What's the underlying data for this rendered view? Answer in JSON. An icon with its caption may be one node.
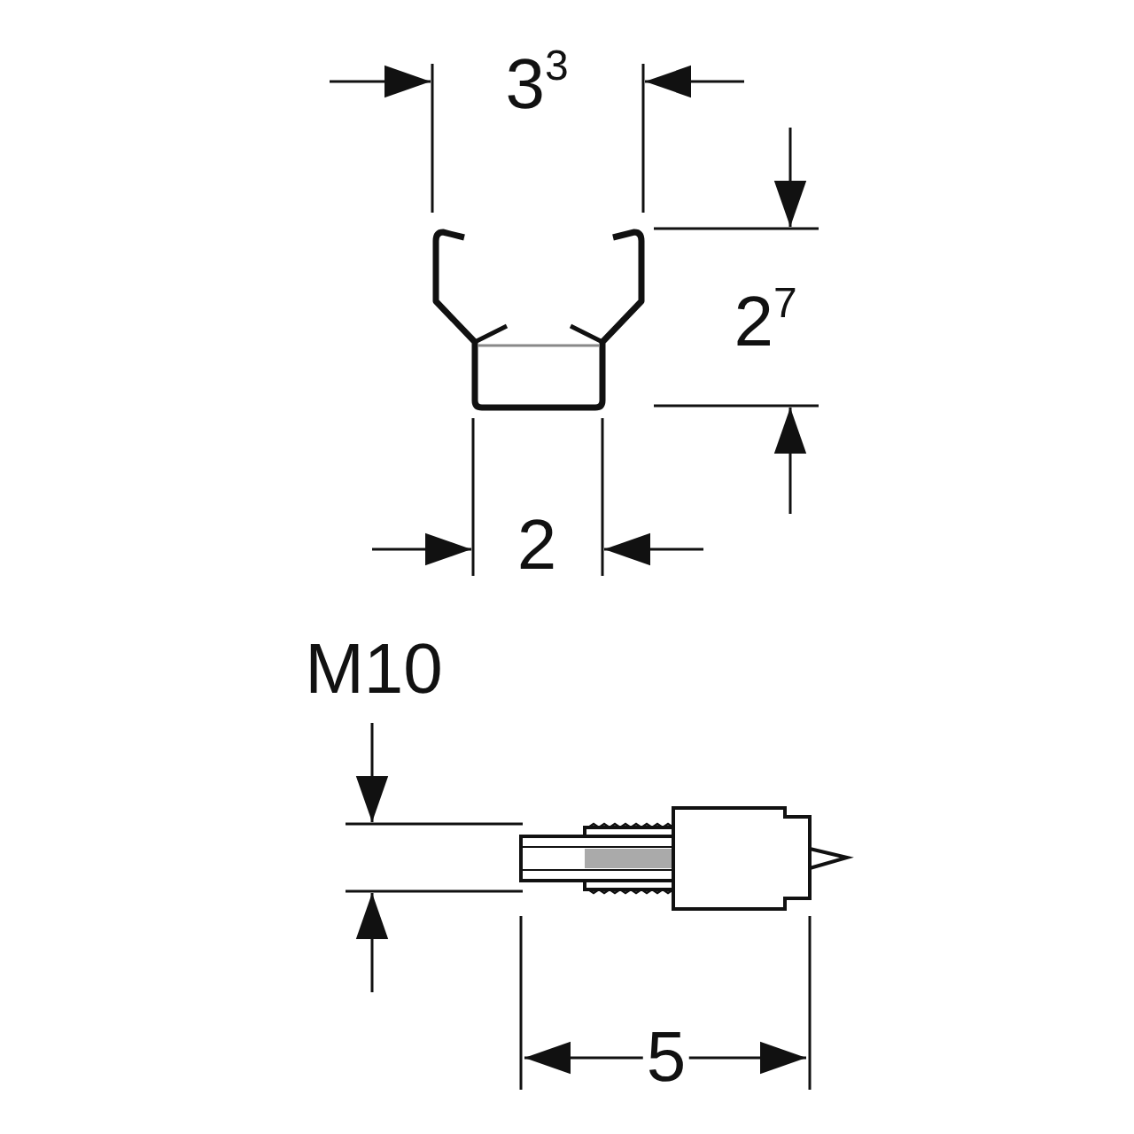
{
  "diagram": {
    "labels": [
      "3$^{3}$",
      "2$^{7}$",
      "2",
      "M10",
      "5"
    ]
  }
}
